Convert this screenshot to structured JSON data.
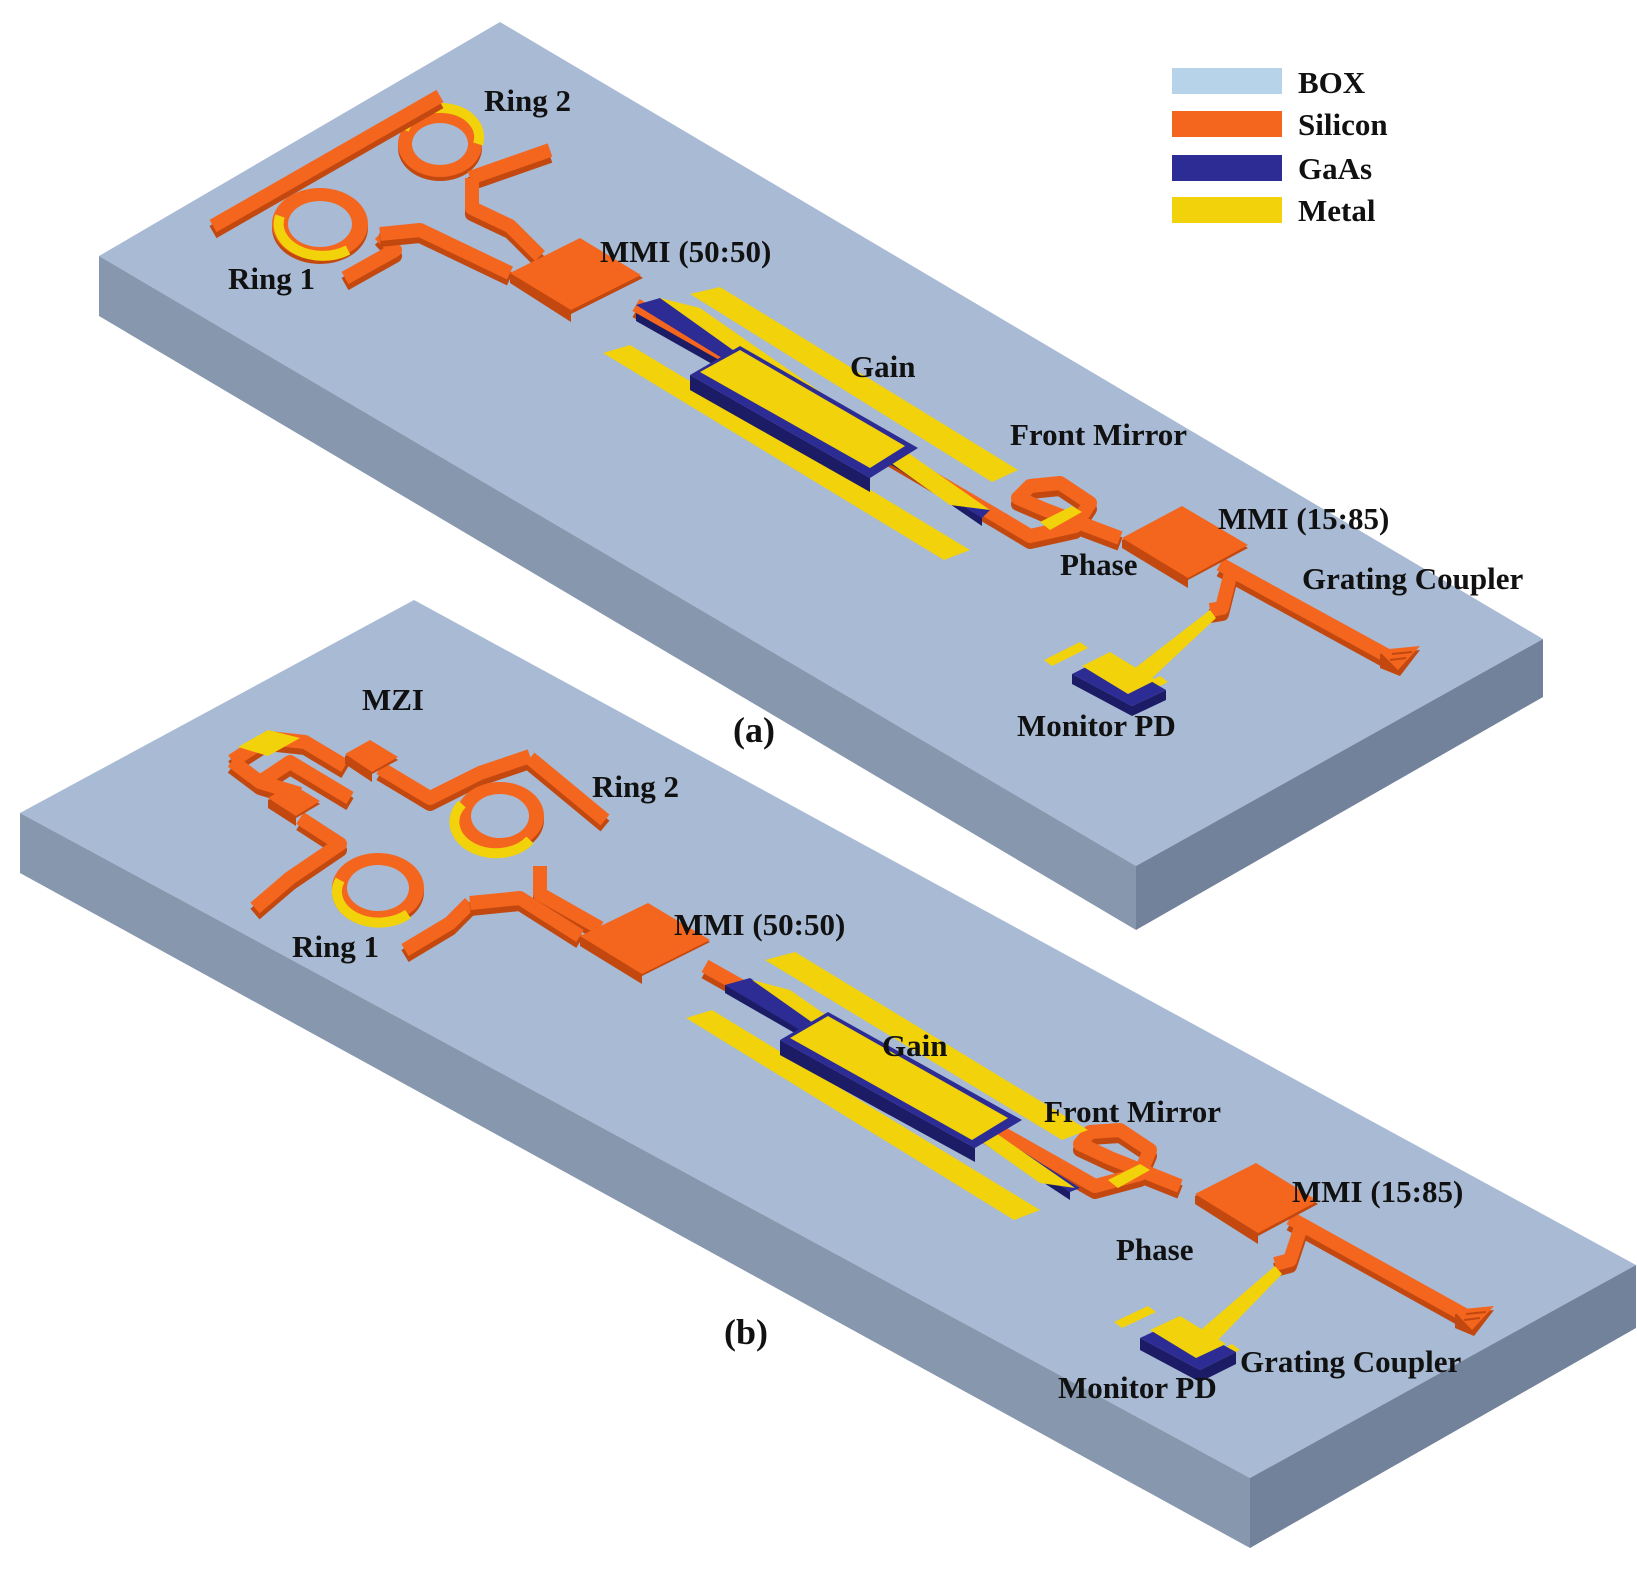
{
  "legend": [
    {
      "label": "BOX",
      "color": "#b7d3ea"
    },
    {
      "label": "Silicon",
      "color": "#f4661e"
    },
    {
      "label": "GaAs",
      "color": "#2d2c94"
    },
    {
      "label": "Metal",
      "color": "#f2d20a"
    }
  ],
  "colors": {
    "box_top": "#a8bad4",
    "box_front": "#8797ad",
    "box_side": "#72829a",
    "silicon": "#f4661e",
    "silicon_dark": "#c24810",
    "gaas": "#2d2c94",
    "gaas_dark": "#1c1b66",
    "metal": "#f2d20a",
    "metal_dark": "#c0a400"
  },
  "panel_a": {
    "caption": "(a)",
    "labels": {
      "ring2": "Ring 2",
      "ring1": "Ring 1",
      "mmi_5050": "MMI (50:50)",
      "gain": "Gain",
      "front_mirror": "Front Mirror",
      "mmi_1585": "MMI (15:85)",
      "phase": "Phase",
      "grating_coupler": "Grating Coupler",
      "monitor_pd": "Monitor PD"
    }
  },
  "panel_b": {
    "caption": "(b)",
    "labels": {
      "mzi": "MZI",
      "ring2": "Ring 2",
      "ring1": "Ring 1",
      "mmi_5050": "MMI (50:50)",
      "gain": "Gain",
      "front_mirror": "Front Mirror",
      "mmi_1585": "MMI (15:85)",
      "phase": "Phase",
      "grating_coupler": "Grating Coupler",
      "monitor_pd": "Monitor PD"
    }
  }
}
